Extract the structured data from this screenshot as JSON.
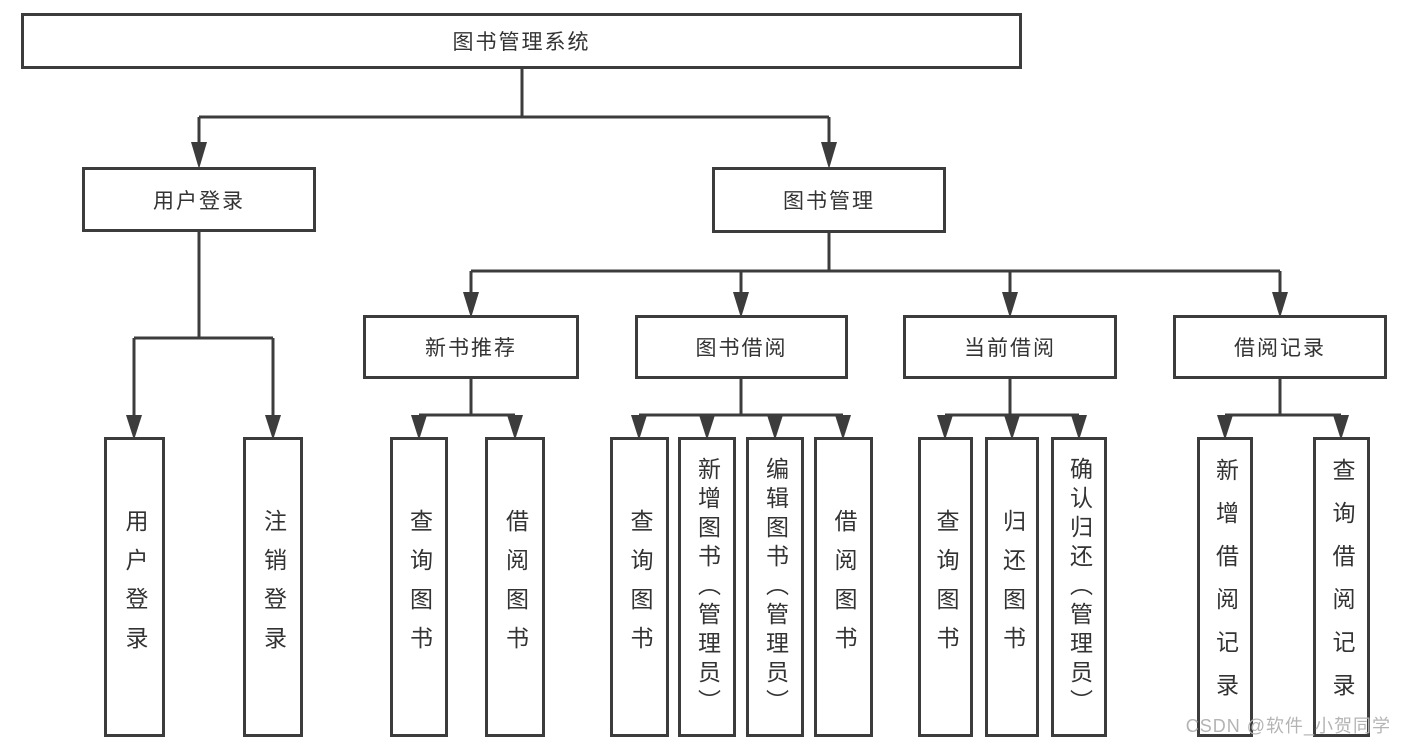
{
  "diagram": {
    "root": {
      "label": "图书管理系统"
    },
    "branches": [
      {
        "label": "用户登录",
        "children": [
          {
            "label": "用户登录"
          },
          {
            "label": "注销登录"
          }
        ]
      },
      {
        "label": "图书管理",
        "children": [
          {
            "label": "新书推荐",
            "children": [
              {
                "label": "查询图书"
              },
              {
                "label": "借阅图书"
              }
            ]
          },
          {
            "label": "图书借阅",
            "children": [
              {
                "label": "查询图书"
              },
              {
                "label": "新增图书（管理员）"
              },
              {
                "label": "编辑图书（管理员）"
              },
              {
                "label": "借阅图书"
              }
            ]
          },
          {
            "label": "当前借阅",
            "children": [
              {
                "label": "查询图书"
              },
              {
                "label": "归还图书"
              },
              {
                "label": "确认归还（管理员）"
              }
            ]
          },
          {
            "label": "借阅记录",
            "children": [
              {
                "label": "新增借阅记录"
              },
              {
                "label": "查询借阅记录"
              }
            ]
          }
        ]
      }
    ]
  },
  "watermark": {
    "text": "CSDN @软件_小贺同学"
  },
  "colors": {
    "line": "#3c3c3c",
    "text": "#333333",
    "box_background": "#ffffff",
    "watermark": "#b4b4b4"
  }
}
